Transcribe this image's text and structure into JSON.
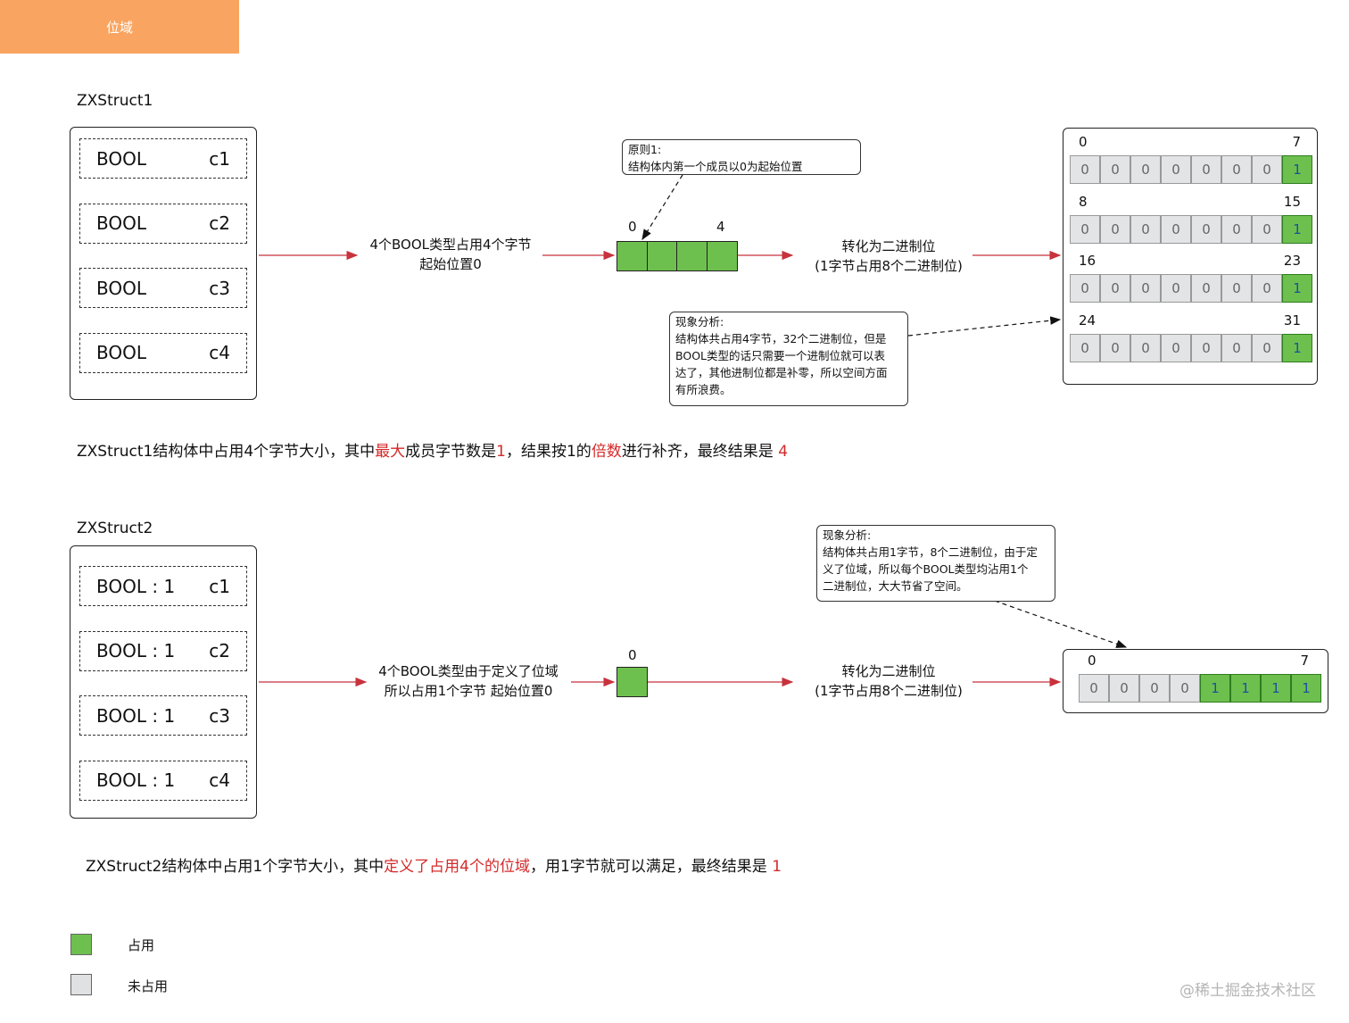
{
  "tab": {
    "label": "位域"
  },
  "struct1": {
    "title": "ZXStruct1",
    "members": [
      {
        "type": "BOOL",
        "name": "c1"
      },
      {
        "type": "BOOL",
        "name": "c2"
      },
      {
        "type": "BOOL",
        "name": "c3"
      },
      {
        "type": "BOOL",
        "name": "c4"
      }
    ],
    "caption": [
      "4个BOOL类型占用4个字节",
      "起始位置0"
    ],
    "byte_labels": [
      "0",
      "4"
    ],
    "occupied_bytes": 4,
    "note_rule": [
      "原则1:",
      "结构体内第一个成员以0为起始位置"
    ],
    "convert_caption": [
      "转化为二进制位",
      "(1字节占用8个二进制位)"
    ],
    "note_analysis": [
      "现象分析:",
      "结构体共占用4字节，32个二进制位，但是",
      "BOOL类型的话只需要一个进制位就可以表",
      "达了，其他进制位都是补零，所以空间方面",
      "有所浪费。"
    ],
    "bit_rows": [
      {
        "start": "0",
        "end": "7",
        "bits": [
          "0",
          "0",
          "0",
          "0",
          "0",
          "0",
          "0",
          "1"
        ]
      },
      {
        "start": "8",
        "end": "15",
        "bits": [
          "0",
          "0",
          "0",
          "0",
          "0",
          "0",
          "0",
          "1"
        ]
      },
      {
        "start": "16",
        "end": "23",
        "bits": [
          "0",
          "0",
          "0",
          "0",
          "0",
          "0",
          "0",
          "1"
        ]
      },
      {
        "start": "24",
        "end": "31",
        "bits": [
          "0",
          "0",
          "0",
          "0",
          "0",
          "0",
          "0",
          "1"
        ]
      }
    ],
    "summary": [
      {
        "text": "ZXStruct1结构体中占用4个字节大小，其中",
        "red": false
      },
      {
        "text": "最大",
        "red": true
      },
      {
        "text": "成员字节数是",
        "red": false
      },
      {
        "text": "1",
        "red": true
      },
      {
        "text": "，结果按1的",
        "red": false
      },
      {
        "text": "倍数",
        "red": true
      },
      {
        "text": "进行补齐，最终结果是 ",
        "red": false
      },
      {
        "text": "4",
        "red": true
      }
    ]
  },
  "struct2": {
    "title": "ZXStruct2",
    "members": [
      {
        "type": "BOOL : 1",
        "name": "c1"
      },
      {
        "type": "BOOL : 1",
        "name": "c2"
      },
      {
        "type": "BOOL : 1",
        "name": "c3"
      },
      {
        "type": "BOOL : 1",
        "name": "c4"
      }
    ],
    "caption": [
      "4个BOOL类型由于定义了位域",
      "所以占用1个字节 起始位置0"
    ],
    "byte_labels": [
      "0"
    ],
    "occupied_bytes": 1,
    "convert_caption": [
      "转化为二进制位",
      "(1字节占用8个二进制位)"
    ],
    "note_analysis": [
      "现象分析:",
      "结构体共占用1字节，8个二进制位，由于定",
      "义了位域，所以每个BOOL类型均沾用1个",
      "二进制位，大大节省了空间。"
    ],
    "bit_rows": [
      {
        "start": "0",
        "end": "7",
        "bits": [
          "0",
          "0",
          "0",
          "0",
          "1",
          "1",
          "1",
          "1"
        ]
      }
    ],
    "summary": [
      {
        "text": "ZXStruct2结构体中占用1个字节大小，其中",
        "red": false
      },
      {
        "text": "定义了占用4个的位域",
        "red": true
      },
      {
        "text": "，用1字节就可以满足，最终结果是 ",
        "red": false
      },
      {
        "text": "1",
        "red": true
      }
    ]
  },
  "legend": [
    {
      "label": "占用",
      "color": "#6ec04e"
    },
    {
      "label": "未占用",
      "color": "#dfe1e2"
    }
  ],
  "watermark": "@稀土掘金技术社区",
  "colors": {
    "arrow": "#c8323c",
    "occupied": "#6ec04e",
    "unoccupied": "#dfe1e2",
    "highlight": "#d42a2a",
    "tab": "#f9a561"
  }
}
